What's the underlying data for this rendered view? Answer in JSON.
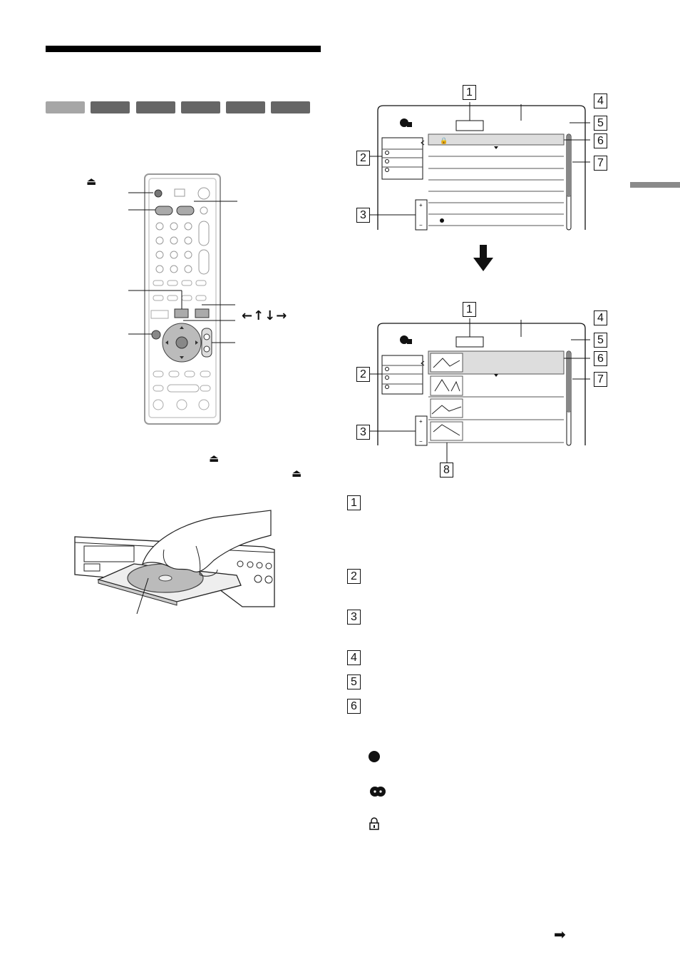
{
  "eject_symbol": "⏏",
  "direction_arrows": "←↑↓→",
  "callout_numbers": [
    "1",
    "2",
    "3",
    "4",
    "5",
    "6",
    "7",
    "8"
  ],
  "legend": {
    "items": [
      "1",
      "2",
      "3",
      "4",
      "5",
      "6"
    ],
    "icons": [
      "recording-dot-icon",
      "disc-pair-icon",
      "padlock-icon"
    ]
  },
  "next_page_arrow": "➡",
  "colors": {
    "pill_dark": "#666666",
    "pill_light": "#a6a6a6",
    "highlight_row": "#d9d9d9",
    "side_tab": "#8a8a8a"
  }
}
